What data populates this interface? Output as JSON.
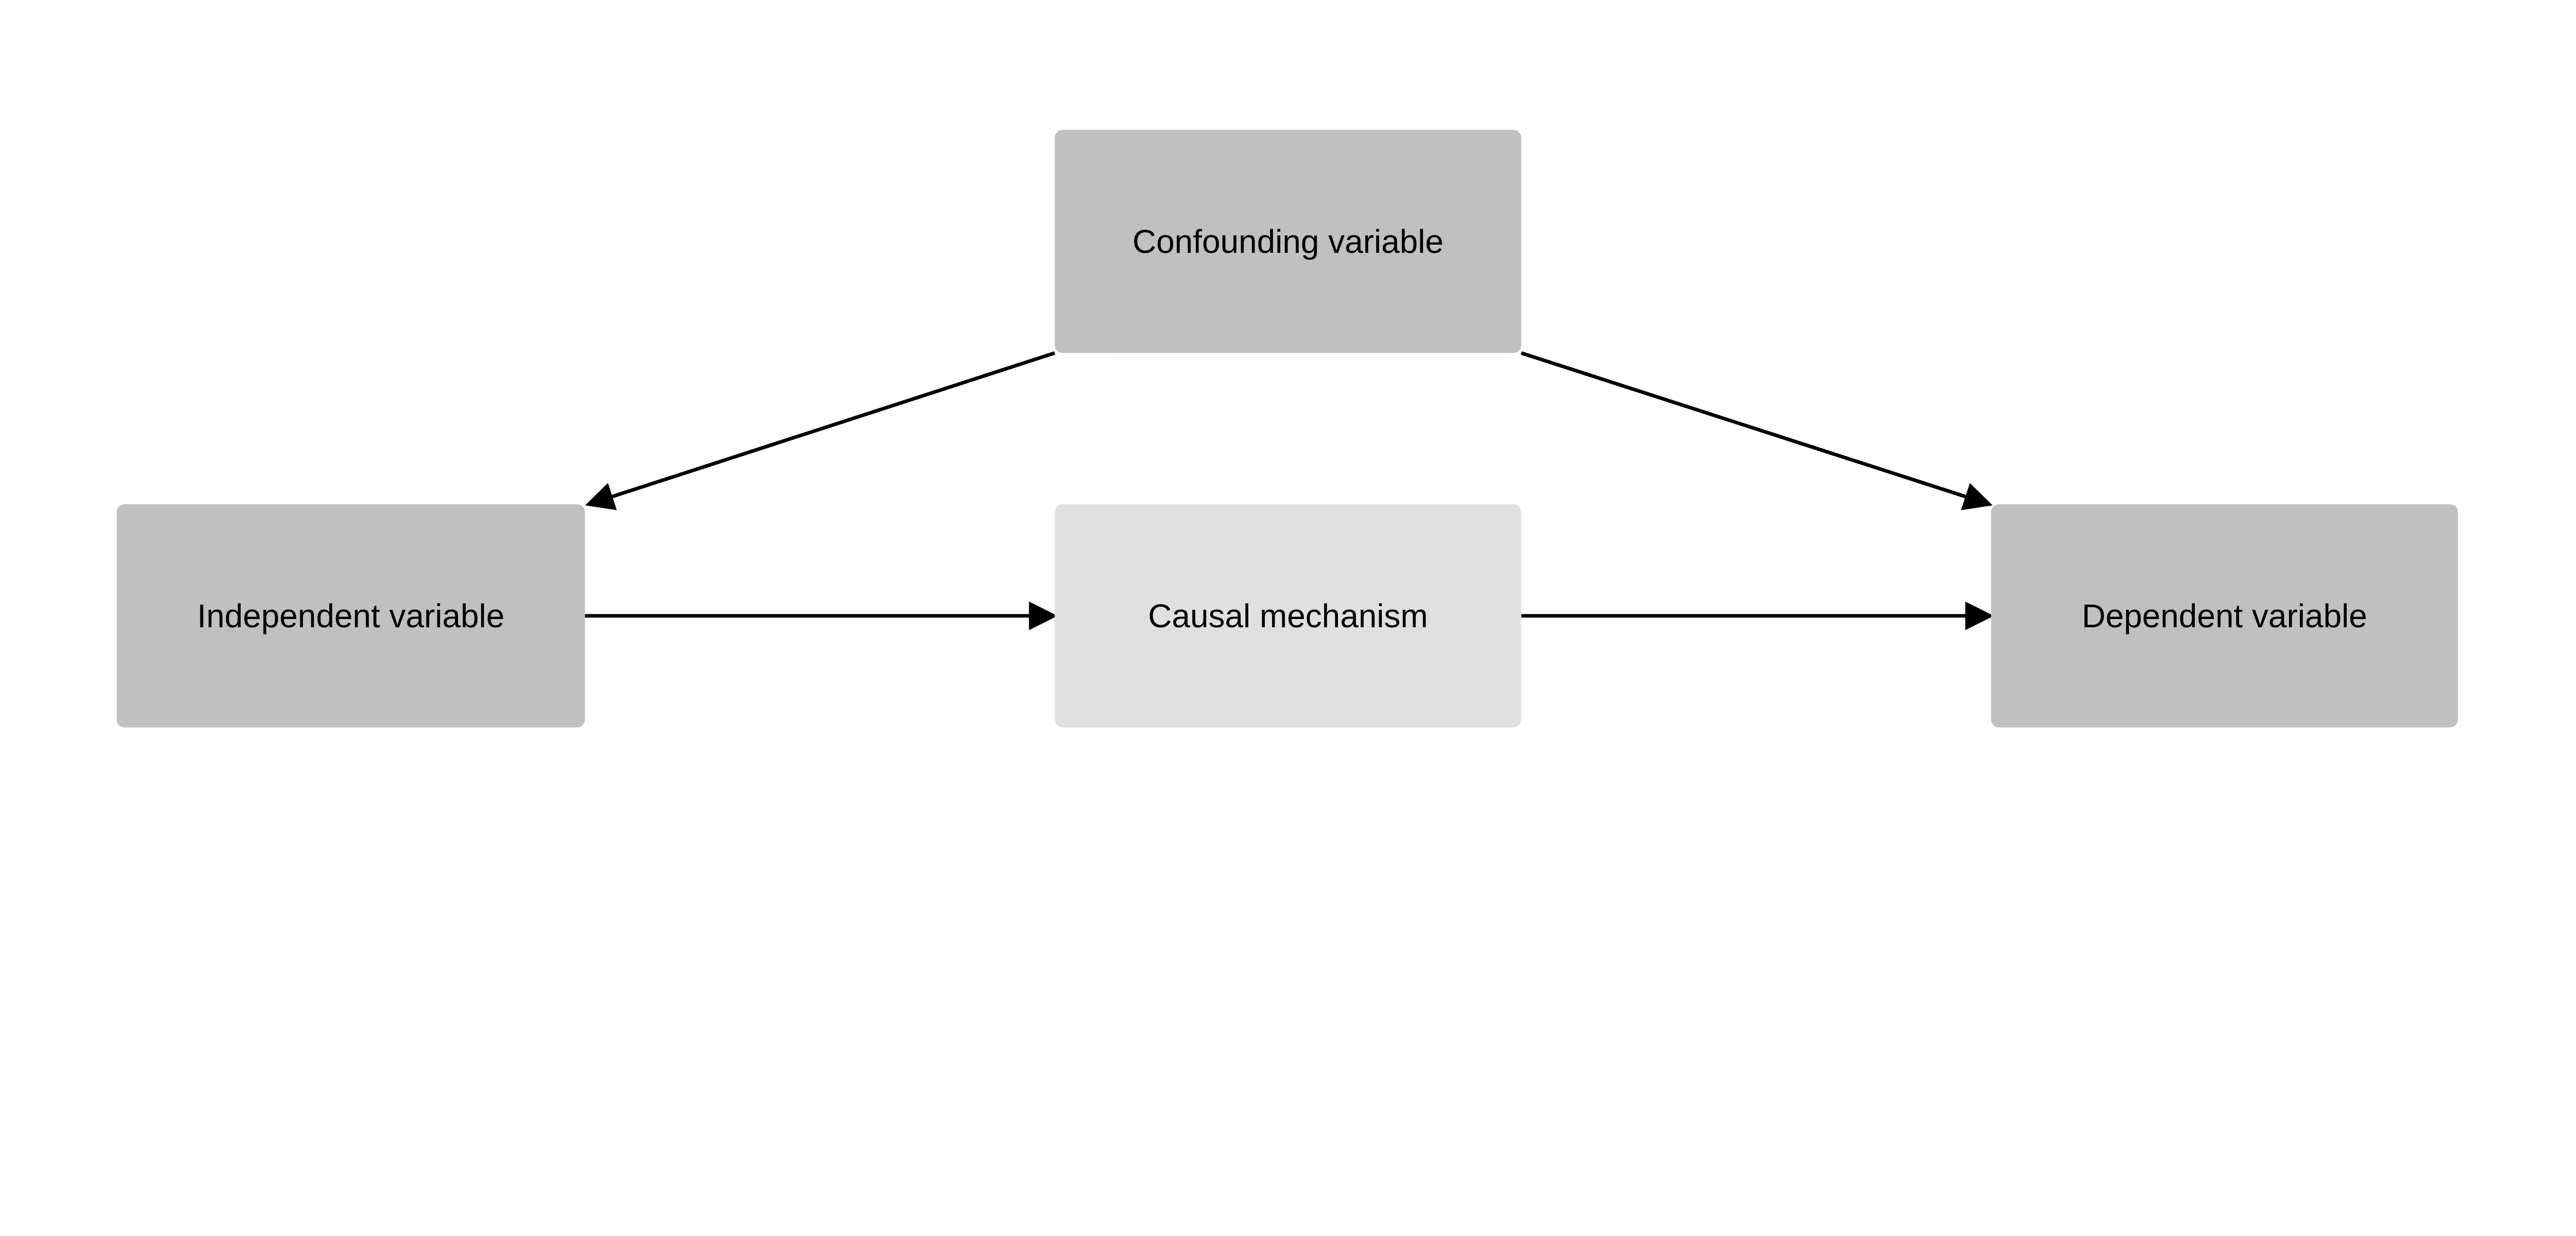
{
  "nodes": {
    "confounding": {
      "label": "Confounding variable",
      "fill": "#c0c0c0"
    },
    "independent": {
      "label": "Independent variable",
      "fill": "#c0c0c0"
    },
    "mechanism": {
      "label": "Causal mechanism",
      "fill": "#e0e0e0"
    },
    "dependent": {
      "label": "Dependent variable",
      "fill": "#c0c0c0"
    }
  },
  "edges": [
    {
      "from": "confounding",
      "to": "independent"
    },
    {
      "from": "confounding",
      "to": "dependent"
    },
    {
      "from": "independent",
      "to": "mechanism"
    },
    {
      "from": "mechanism",
      "to": "dependent"
    }
  ],
  "colors": {
    "edge": "#000000",
    "background": "#ffffff"
  }
}
